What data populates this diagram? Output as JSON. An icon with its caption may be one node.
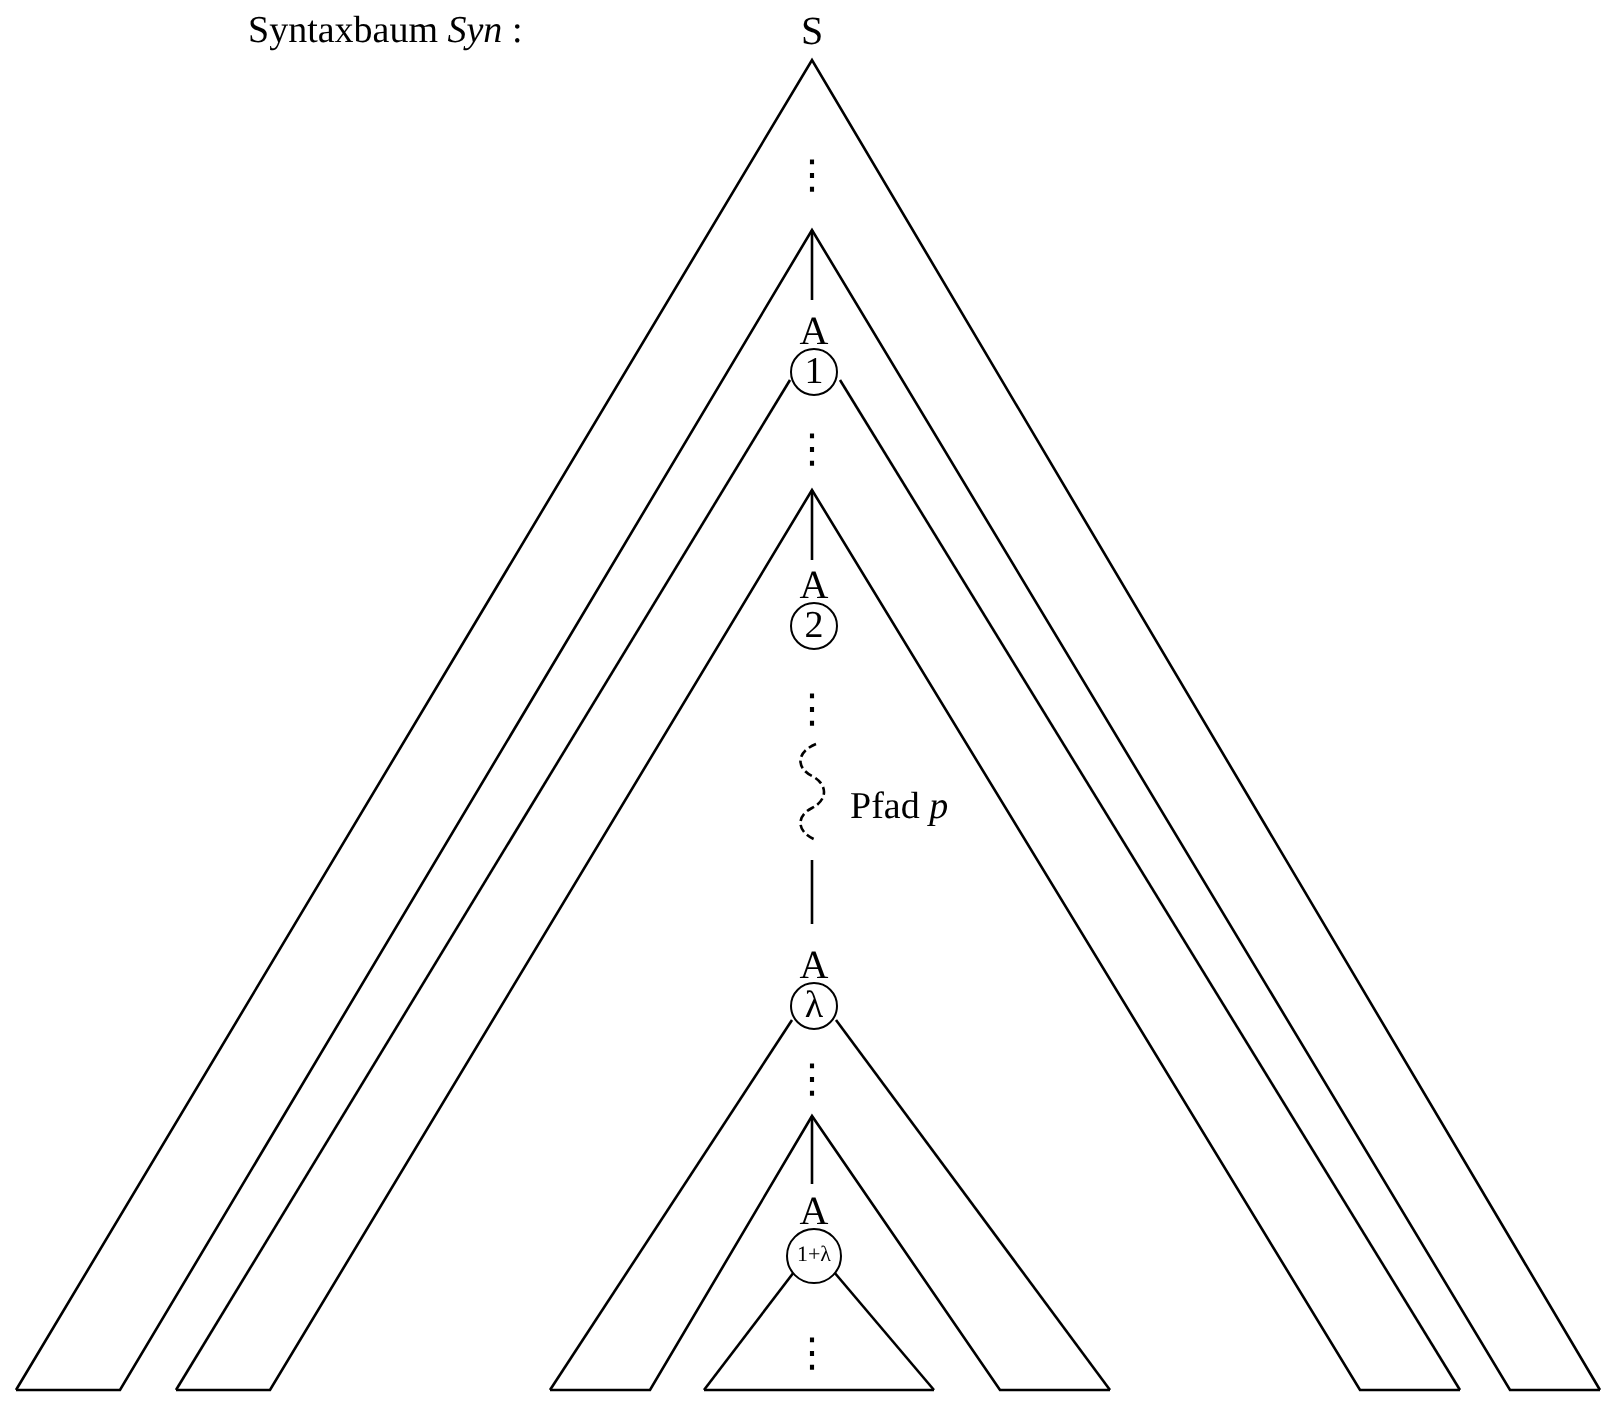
{
  "diagram": {
    "title": "Syntaxbaum *Syn* :",
    "nodes": [
      {
        "text": [
          "A",
          "1"
        ]
      },
      {
        "text": [
          "A",
          "2"
        ]
      },
      {
        "text": [
          "A",
          "λ"
        ]
      },
      {
        "text": [
          "A",
          "1+λ"
        ]
      }
    ],
    "labels": [
      "S",
      "⋮",
      "⋮",
      "⋮",
      "Pfad *p*",
      "⋮",
      "⋮"
    ]
  }
}
